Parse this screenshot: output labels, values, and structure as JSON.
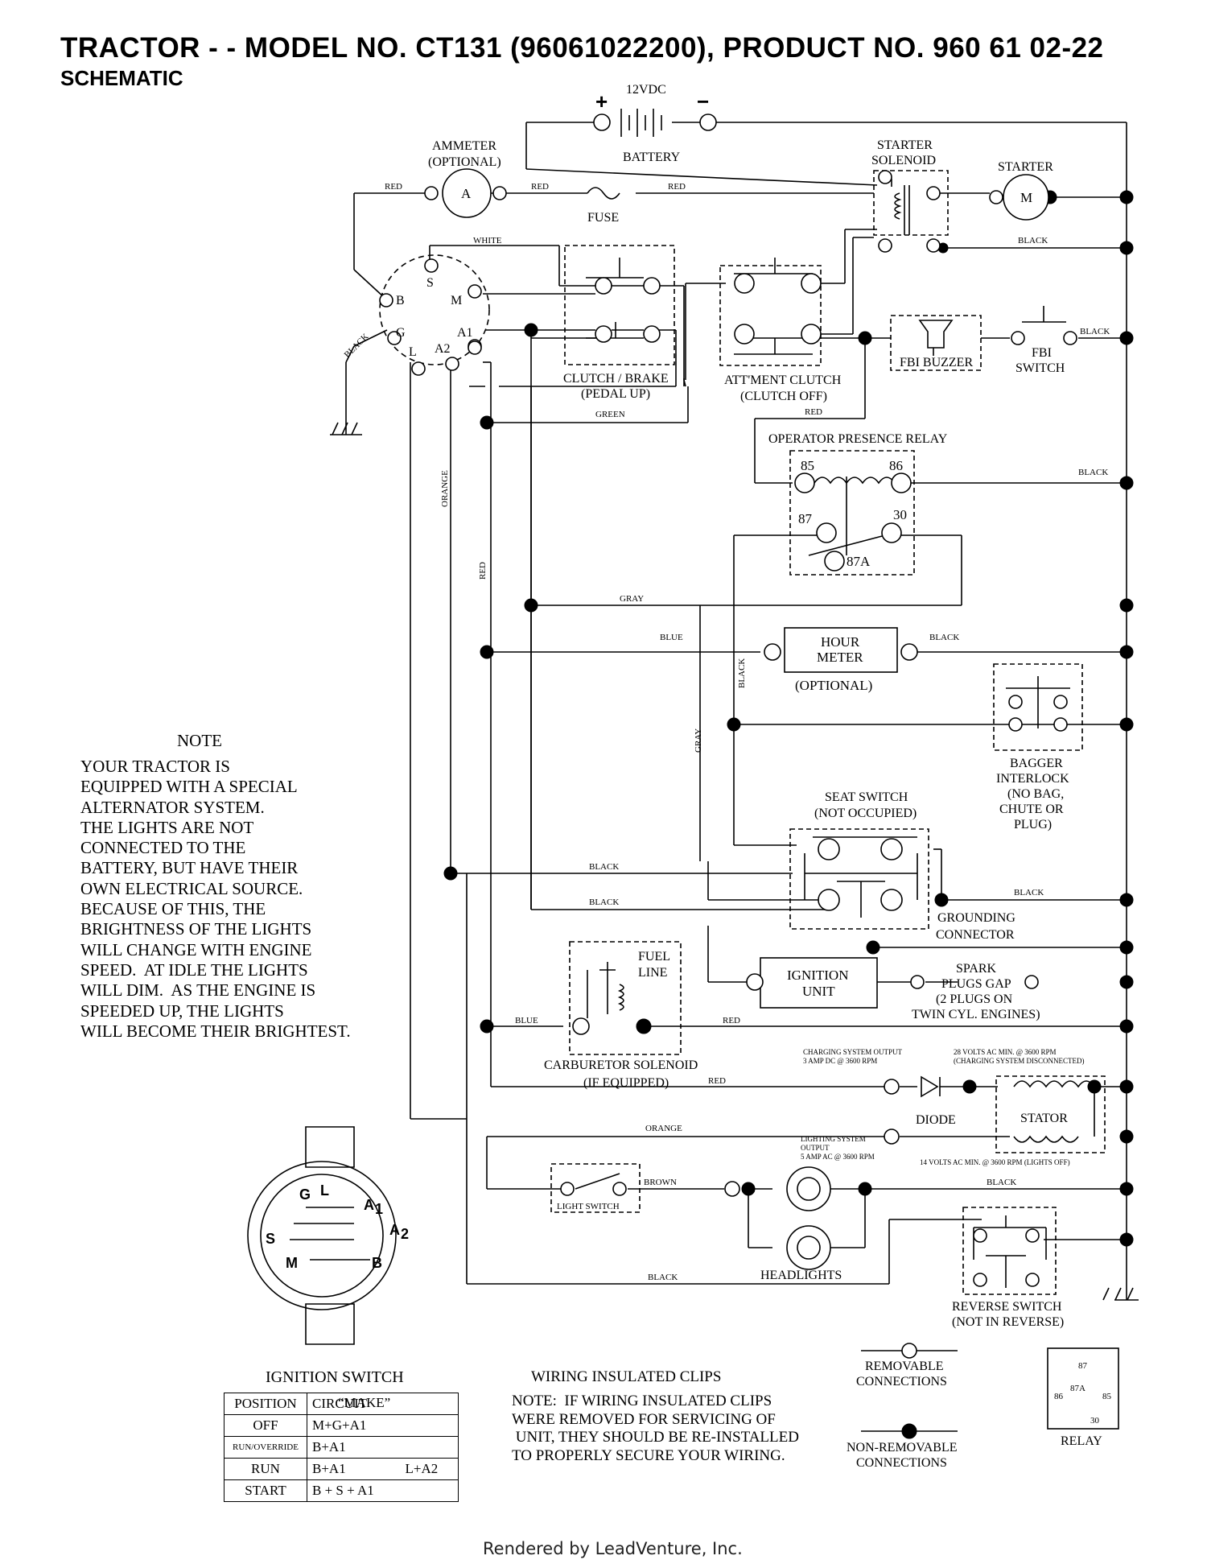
{
  "header": {
    "title": "TRACTOR - - MODEL NO. CT131 (96061022200), PRODUCT NO. 960 61 02-22",
    "subtitle": "SCHEMATIC"
  },
  "components": {
    "battery_voltage": "12VDC",
    "battery": "BATTERY",
    "plus": "+",
    "minus": "−",
    "ammeter": "AMMETER",
    "ammeter_opt": "(OPTIONAL)",
    "ammeter_symbol": "A",
    "fuse": "FUSE",
    "starter_solenoid_1": "STARTER",
    "starter_solenoid_2": "SOLENOID",
    "starter": "STARTER",
    "motor_symbol": "M",
    "clutch_brake_1": "CLUTCH / BRAKE",
    "clutch_brake_2": "(PEDAL UP)",
    "attment_clutch_1": "ATT'MENT CLUTCH",
    "attment_clutch_2": "(CLUTCH OFF)",
    "fbi_buzzer": "FBI BUZZER",
    "fbi_switch_1": "FBI",
    "fbi_switch_2": "SWITCH",
    "opr_relay": "OPERATOR PRESENCE RELAY",
    "relay_85": "85",
    "relay_86": "86",
    "relay_87": "87",
    "relay_30": "30",
    "relay_87a": "87A",
    "hour_meter_1": "HOUR",
    "hour_meter_2": "METER",
    "hour_meter_opt": "(OPTIONAL)",
    "bagger_1": "BAGGER",
    "bagger_2": "INTERLOCK",
    "bagger_3": "(NO BAG,",
    "bagger_4": "CHUTE OR",
    "bagger_5": "PLUG)",
    "seat_switch_1": "SEAT SWITCH",
    "seat_switch_2": "(NOT OCCUPIED)",
    "grounding_1": "GROUNDING",
    "grounding_2": "CONNECTOR",
    "fuel_line_1": "FUEL",
    "fuel_line_2": "LINE",
    "ignition_unit_1": "IGNITION",
    "ignition_unit_2": "UNIT",
    "spark_1": "SPARK",
    "spark_2": "PLUGS GAP",
    "spark_3": "(2 PLUGS ON",
    "spark_4": "TWIN CYL. ENGINES)",
    "carb_1": "CARBURETOR SOLENOID",
    "carb_2": "(IF EQUIPPED)",
    "charging_1": "CHARGING SYSTEM OUTPUT",
    "charging_2": "3 AMP DC @ 3600 RPM",
    "volts28_1": "28 VOLTS AC MIN. @ 3600 RPM",
    "volts28_2": "(CHARGING SYSTEM DISCONNECTED)",
    "diode": "DIODE",
    "stator": "STATOR",
    "lighting_1": "LIGHTING SYSTEM",
    "lighting_2": "OUTPUT",
    "lighting_3": "5 AMP AC @ 3600 RPM",
    "volts14": "14 VOLTS AC MIN. @ 3600 RPM (LIGHTS OFF)",
    "light_switch": "LIGHT SWITCH",
    "headlights": "HEADLIGHTS",
    "reverse_1": "REVERSE SWITCH",
    "reverse_2": "(NOT IN REVERSE)",
    "removable_1": "REMOVABLE",
    "removable_2": "CONNECTIONS",
    "nonremovable_1": "NON-REMOVABLE",
    "nonremovable_2": "CONNECTIONS",
    "relay_legend": "RELAY",
    "ign_b": "B",
    "ign_s": "S",
    "ign_m": "M",
    "ign_g": "G",
    "ign_a1": "A1",
    "ign_l": "L",
    "ign_a2": "A2",
    "ign2_g": "G",
    "ign2_l": "L",
    "ign2_a1": "A",
    "ign2_a1_sub": "1",
    "ign2_a2": "A",
    "ign2_a2_sub": "2",
    "ign2_s": "S",
    "ign2_m": "M",
    "ign2_b": "B"
  },
  "wires": {
    "red": "RED",
    "white": "WHITE",
    "black": "BLACK",
    "green": "GREEN",
    "gray": "GRAY",
    "blue": "BLUE",
    "orange": "ORANGE",
    "brown": "BROWN"
  },
  "note": {
    "title": "NOTE",
    "body": "YOUR TRACTOR IS\nEQUIPPED WITH A SPECIAL\nALTERNATOR SYSTEM.\nTHE LIGHTS ARE NOT\nCONNECTED TO THE\nBATTERY, BUT HAVE THEIR\nOWN ELECTRICAL SOURCE.\nBECAUSE OF THIS, THE\nBRIGHTNESS OF THE LIGHTS\nWILL CHANGE WITH ENGINE\nSPEED.  AT IDLE THE LIGHTS\nWILL DIM.  AS THE ENGINE IS\nSPEEDED UP, THE LIGHTS\nWILL BECOME THEIR BRIGHTEST."
  },
  "ignition_switch": {
    "title": "IGNITION SWITCH",
    "headers": [
      "POSITION",
      "CIRCUIT",
      "“MAKE”"
    ],
    "rows": [
      {
        "position": "OFF",
        "circuit": "M+G+A1",
        "extra": ""
      },
      {
        "position": "RUN/OVERRIDE",
        "circuit": "B+A1",
        "extra": ""
      },
      {
        "position": "RUN",
        "circuit": "B+A1",
        "extra": "L+A2"
      },
      {
        "position": "START",
        "circuit": "B + S + A1",
        "extra": ""
      }
    ]
  },
  "clips": {
    "title": "WIRING INSULATED CLIPS",
    "note": "NOTE:  IF WIRING INSULATED CLIPS\nWERE REMOVED FOR SERVICING OF\n UNIT, THEY SHOULD BE RE-INSTALLED\nTO PROPERLY SECURE YOUR WIRING."
  },
  "footer": {
    "rendered_by": "Rendered by LeadVenture, Inc."
  }
}
